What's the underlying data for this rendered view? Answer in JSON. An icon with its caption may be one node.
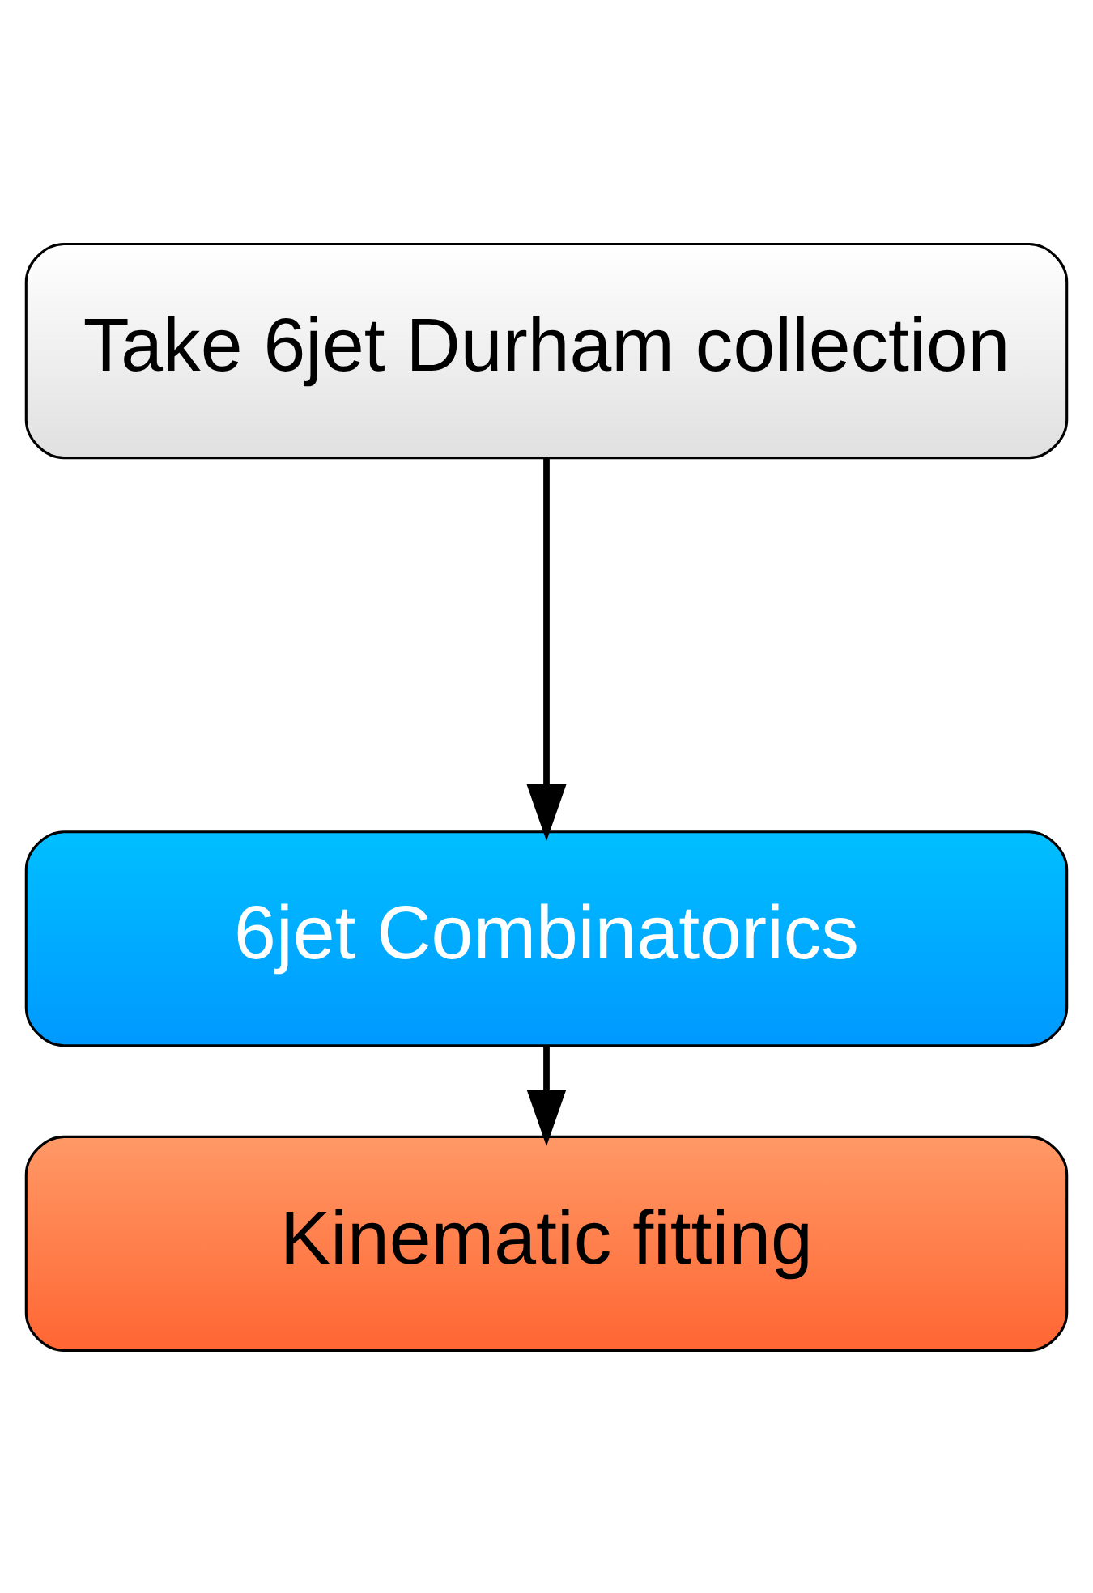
{
  "diagram": {
    "nodes": [
      {
        "text": [
          "Take 6jet Durham collection"
        ]
      },
      {
        "text": [
          "6jet Combinatorics"
        ]
      },
      {
        "text": [
          "Kinematic fitting"
        ]
      }
    ],
    "edges": [
      {
        "from": 0,
        "to": 1,
        "arrow": "to"
      },
      {
        "from": 1,
        "to": 2,
        "arrow": "to"
      }
    ]
  }
}
